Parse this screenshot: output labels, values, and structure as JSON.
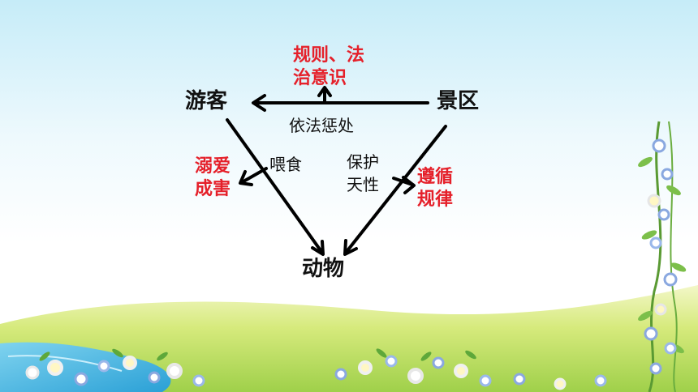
{
  "diagram": {
    "nodes": {
      "tourist": "游客",
      "scenic_area": "景区",
      "animal": "动物"
    },
    "edges": {
      "scenic_to_tourist": "依法惩处",
      "tourist_to_animal": "喂食",
      "scenic_to_animal_line1": "保护",
      "scenic_to_animal_line2": "天性"
    },
    "annotations": {
      "rules_line1": "规则、法",
      "rules_line2": "治意识",
      "spoil_line1": "溺爱",
      "spoil_line2": "成害",
      "follow_line1": "遵循",
      "follow_line2": "规律"
    },
    "colors": {
      "annotation": "#e5202a",
      "text": "#111111",
      "arrow": "#000000"
    }
  }
}
